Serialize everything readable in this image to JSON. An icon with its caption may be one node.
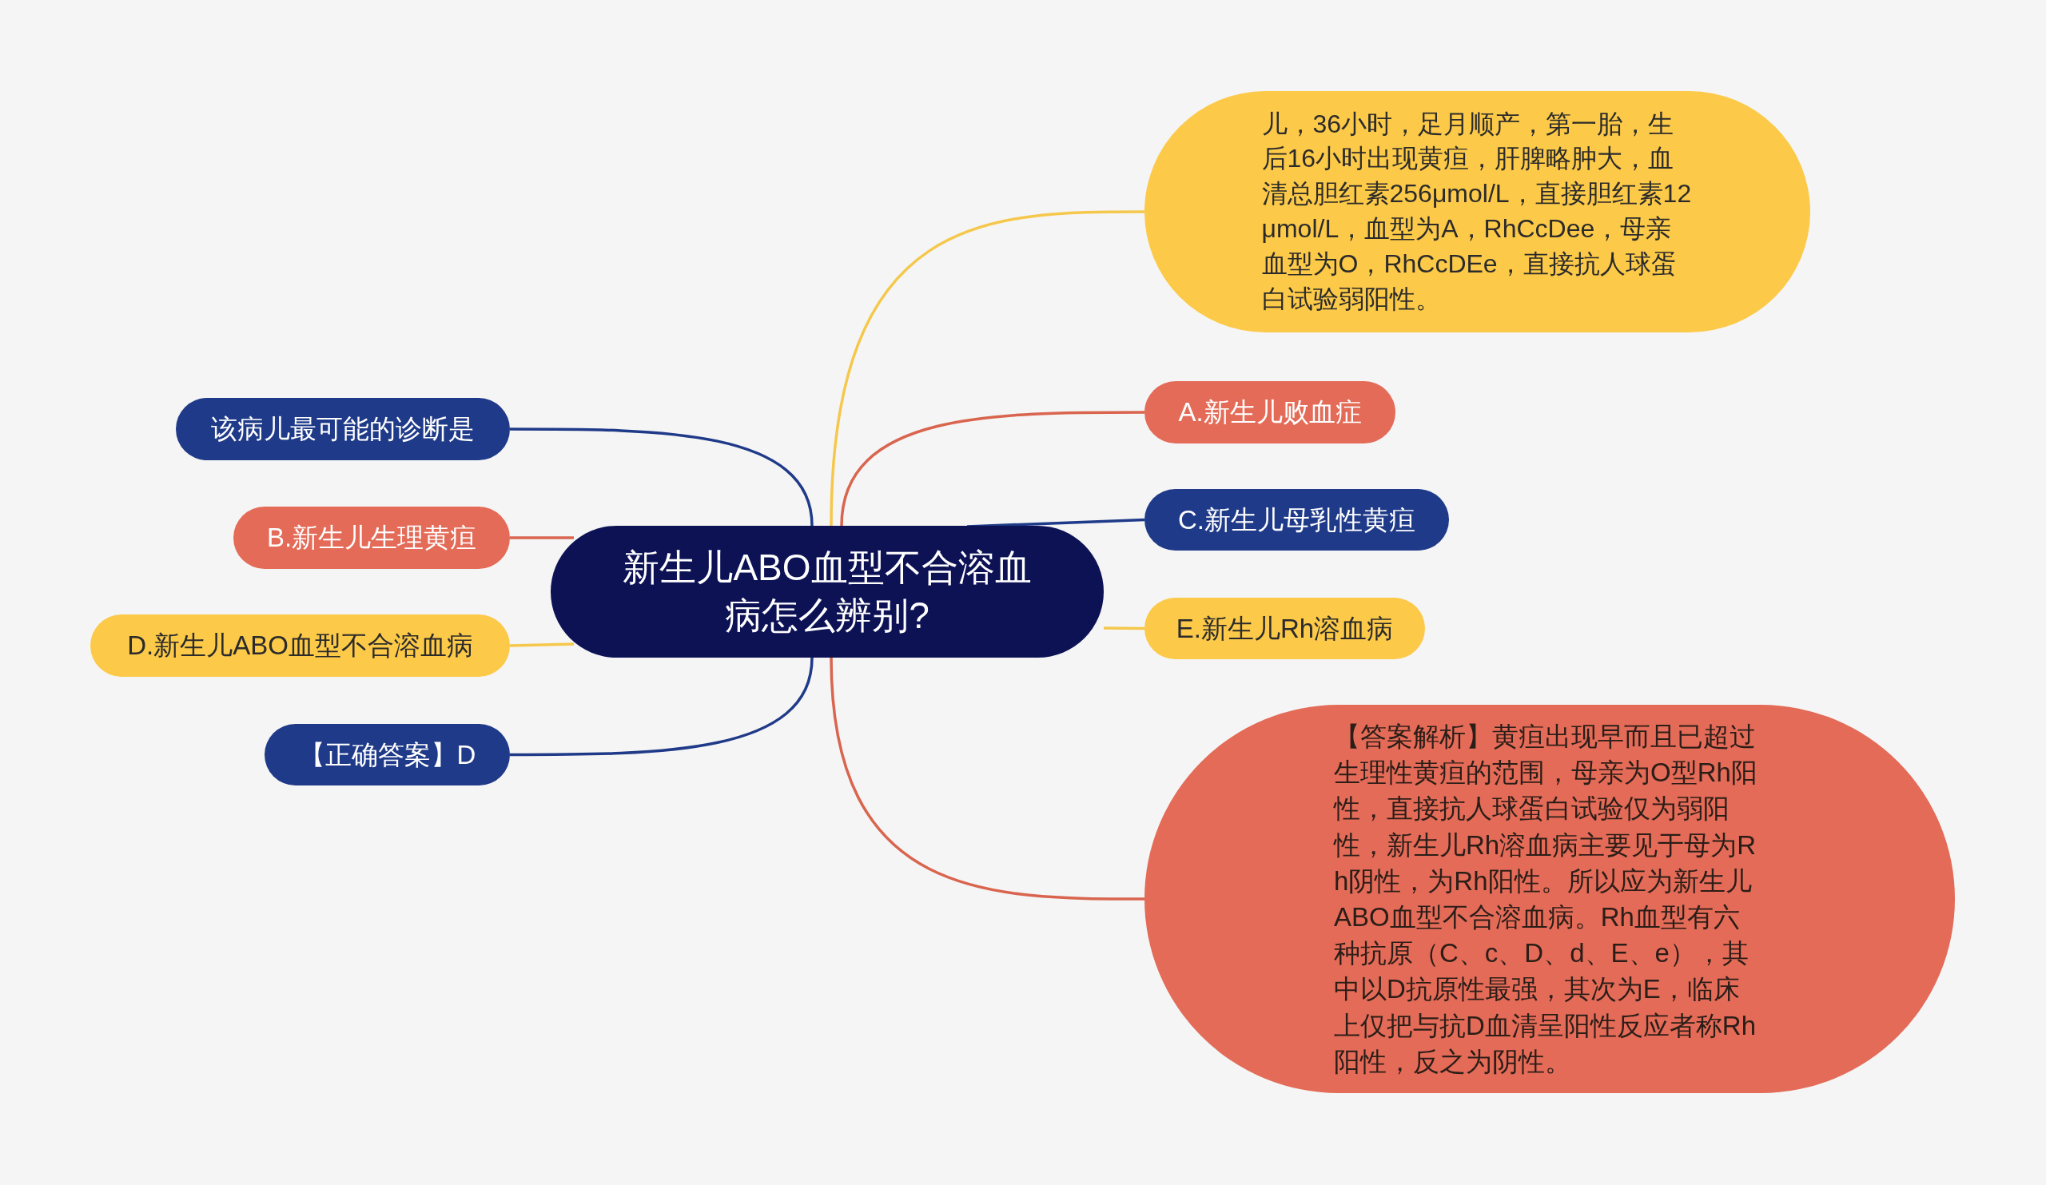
{
  "diagram": {
    "nodes": [
      {
        "text": [
          "新生儿ABO血型不合溶血病怎么辨别?"
        ]
      },
      {
        "text": [
          "儿，36小时，足月顺产，第一胎，生后16小时出现黄疸，肝脾略肿大，血清总胆红素256μmol/L，直接胆红素12μmol/L，血型为A，RhCcDee，母亲血型为O，RhCcDEe，直接抗人球蛋白试验弱阳性。"
        ]
      },
      {
        "text": [
          "A.新生儿败血症"
        ]
      },
      {
        "text": [
          "C.新生儿母乳性黄疸"
        ]
      },
      {
        "text": [
          "E.新生儿Rh溶血病"
        ]
      },
      {
        "text": [
          "【答案解析】黄疸出现早而且已超过生理性黄疸的范围，母亲为O型Rh阳性，直接抗人球蛋白试验仅为弱阳性，新生儿Rh溶血病主要见于母为Rh阴性，为Rh阳性。所以应为新生儿ABO血型不合溶血病。Rh血型有六种抗原（C、c、D、d、E、e），其中以D抗原性最强，其次为E，临床上仅把与抗D血清呈阳性反应者称Rh阳性，反之为阴性。"
        ]
      },
      {
        "text": [
          "该病儿最可能的诊断是"
        ]
      },
      {
        "text": [
          "B.新生儿生理黄疸"
        ]
      },
      {
        "text": [
          "D.新生儿ABO血型不合溶血病"
        ]
      },
      {
        "text": [
          "【正确答案】D"
        ]
      }
    ],
    "edges": [
      {
        "from": 0,
        "to": 1,
        "arrow": "none",
        "color": "#f5c84c"
      },
      {
        "from": 0,
        "to": 2,
        "arrow": "none",
        "color": "#d9654f"
      },
      {
        "from": 0,
        "to": 3,
        "arrow": "none",
        "color": "#1f3a88"
      },
      {
        "from": 0,
        "to": 4,
        "arrow": "none",
        "color": "#f5c84c"
      },
      {
        "from": 0,
        "to": 5,
        "arrow": "none",
        "color": "#d9654f"
      },
      {
        "from": 0,
        "to": 6,
        "arrow": "none",
        "color": "#1f3a88"
      },
      {
        "from": 0,
        "to": 7,
        "arrow": "none",
        "color": "#d9654f"
      },
      {
        "from": 0,
        "to": 8,
        "arrow": "none",
        "color": "#f5c84c"
      },
      {
        "from": 0,
        "to": 9,
        "arrow": "none",
        "color": "#1f3a88"
      }
    ]
  }
}
